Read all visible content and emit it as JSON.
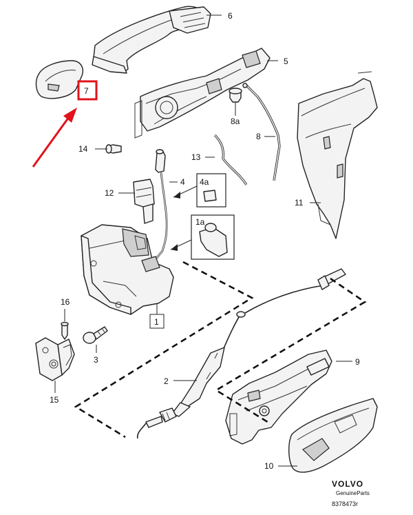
{
  "callouts": {
    "c1": "1",
    "c1a": "1a",
    "c2": "2",
    "c3": "3",
    "c4": "4",
    "c4a": "4a",
    "c5": "5",
    "c6": "6",
    "c7": "7",
    "c8": "8",
    "c8a": "8a",
    "c9": "9",
    "c10": "10",
    "c11": "11",
    "c12": "12",
    "c13": "13",
    "c14": "14",
    "c15": "15",
    "c16": "16"
  },
  "brand": {
    "name": "VOLVO",
    "sub": "GenuineParts",
    "doc_number": "8378473r"
  },
  "highlight": {
    "color": "#e0121b",
    "target": "7"
  }
}
